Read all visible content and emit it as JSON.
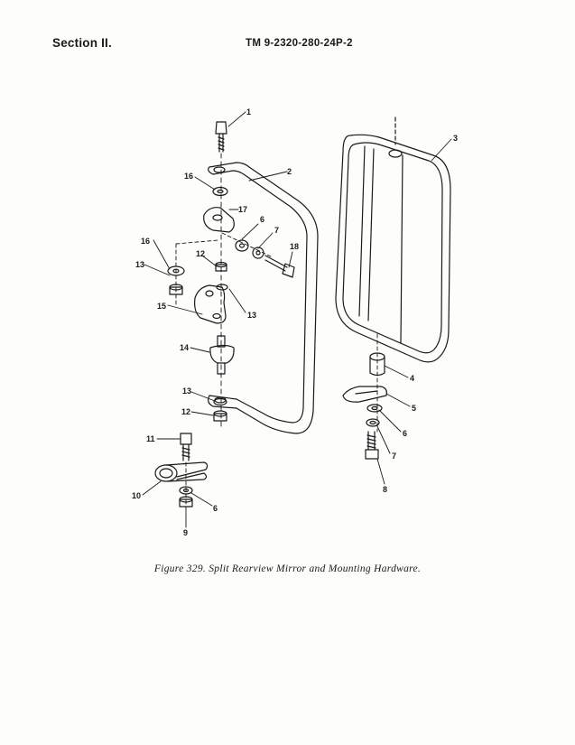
{
  "header": {
    "section": "Section II.",
    "manual_number": "TM 9-2320-280-24P-2"
  },
  "figure": {
    "caption": "Figure 329.  Split Rearview Mirror and Mounting Hardware.",
    "callouts": [
      "1",
      "2",
      "3",
      "4",
      "5",
      "6",
      "6",
      "6",
      "7",
      "7",
      "8",
      "9",
      "10",
      "11",
      "12",
      "12",
      "13",
      "13",
      "13",
      "14",
      "15",
      "16",
      "16",
      "17",
      "18"
    ]
  }
}
